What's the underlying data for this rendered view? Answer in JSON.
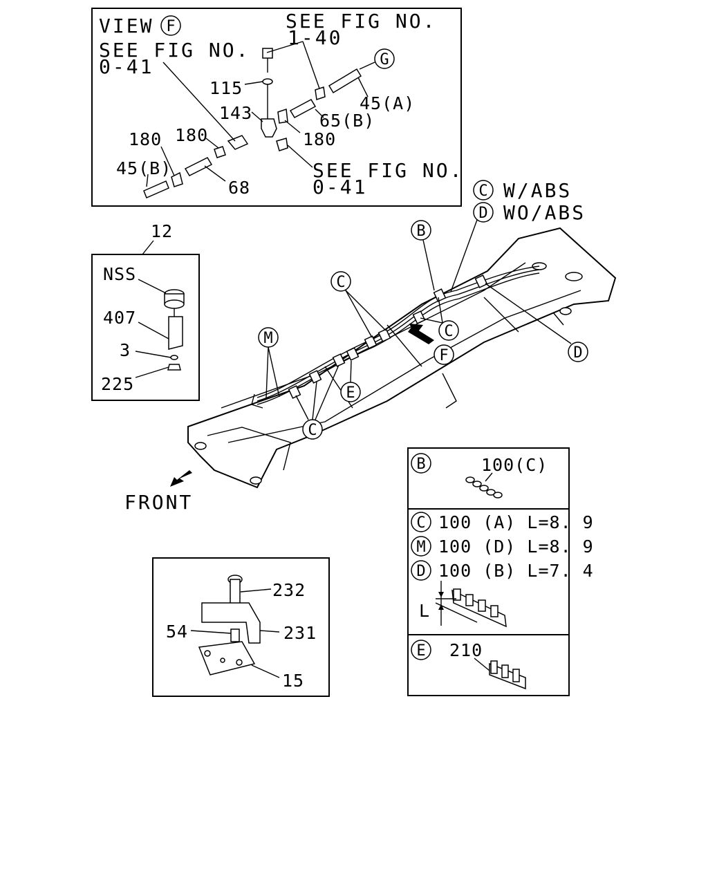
{
  "view_f_box": {
    "view_label": "VIEW",
    "view_letter": "F",
    "see_fig_top_1": "SEE FIG NO.",
    "see_fig_top_2": "1-40",
    "see_fig_left_1": "SEE FIG NO.",
    "see_fig_left_2": "0-41",
    "see_fig_bottom_1": "SEE FIG NO.",
    "see_fig_bottom_2": "0-41",
    "callout_g": "G",
    "parts": [
      "115",
      "143",
      "45(A)",
      "65(B)",
      "180",
      "180",
      "180",
      "45(B)",
      "68"
    ]
  },
  "legend_cd": {
    "c_letter": "C",
    "c_text": "W/ABS",
    "d_letter": "D",
    "d_text": "WO/ABS"
  },
  "box_12": {
    "ref": "12",
    "parts": [
      "NSS",
      "407",
      "3",
      "225"
    ]
  },
  "frame_callouts": {
    "b": "B",
    "c": "C",
    "d": "D",
    "e": "E",
    "f": "F",
    "m": "M"
  },
  "front_label": "FRONT",
  "clip_table": {
    "b_letter": "B",
    "b_part": "100(C)",
    "rows": [
      {
        "letter": "C",
        "text": "100 (A) L=8. 9"
      },
      {
        "letter": "M",
        "text": "100 (D) L=8. 9"
      },
      {
        "letter": "D",
        "text": "100 (B) L=7. 4"
      }
    ],
    "l_label": "L",
    "e_letter": "E",
    "e_part": "210"
  },
  "bracket_box": {
    "parts": [
      "232",
      "54",
      "231",
      "15"
    ]
  }
}
